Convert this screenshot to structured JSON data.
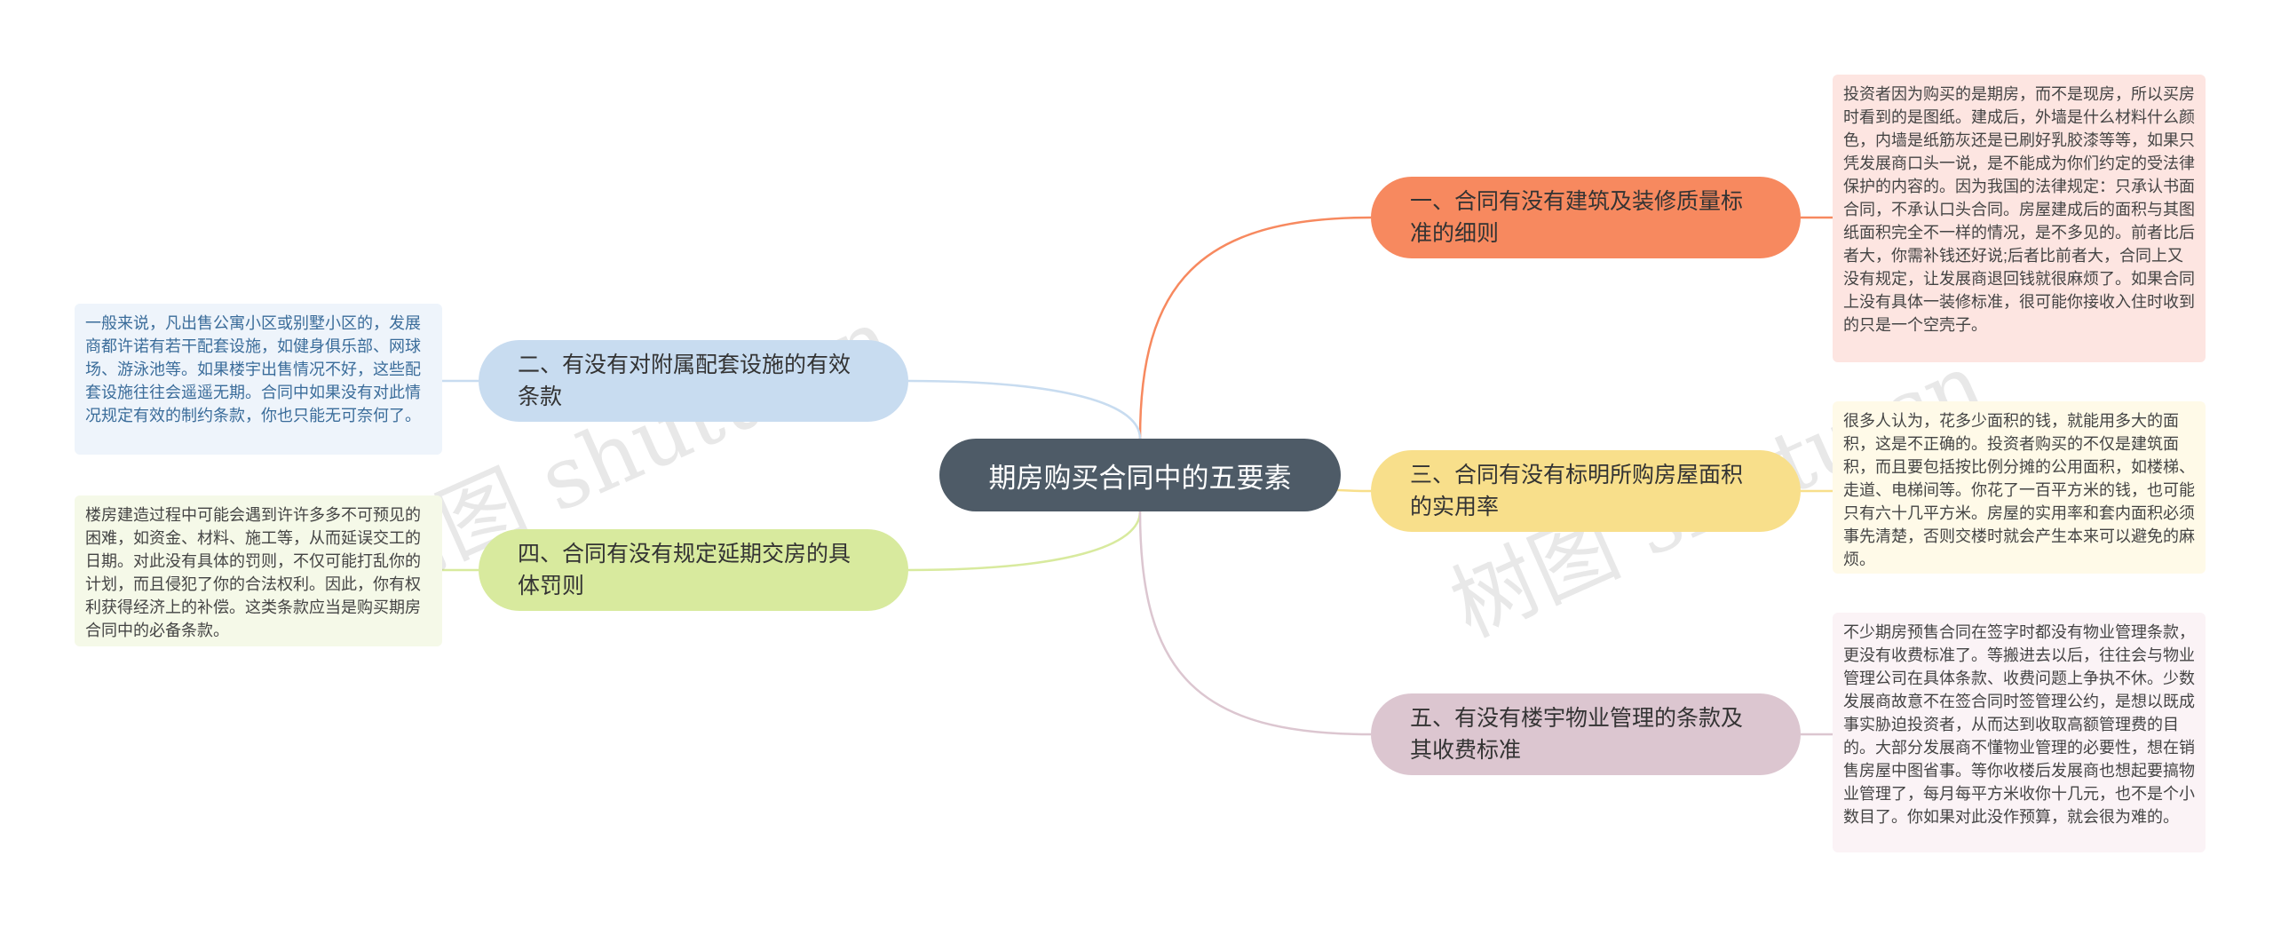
{
  "central": {
    "label": "期房购买合同中的五要素"
  },
  "branches": [
    {
      "label": "一、合同有没有建筑及装修质量标准的细则",
      "color": "#f7895f",
      "detail": "投资者因为购买的是期房，而不是现房，所以买房时看到的是图纸。建成后，外墙是什么材料什么颜色，内墙是纸筋灰还是已刷好乳胶漆等等，如果只凭发展商口头一说，是不能成为你们约定的受法律保护的内容的。因为我国的法律规定：只承认书面合同，不承认口头合同。房屋建成后的面积与其图纸面积完全不一样的情况，是不多见的。前者比后者大，你需补钱还好说;后者比前者大，合同上又没有规定，让发展商退回钱就很麻烦了。如果合同上没有具体一装修标准，很可能你接收入住时收到的只是一个空壳子。"
    },
    {
      "label": "二、有没有对附属配套设施的有效条款",
      "color": "#c8dcf0",
      "detail": "一般来说，凡出售公寓小区或别墅小区的，发展商都许诺有若干配套设施，如健身俱乐部、网球场、游泳池等。如果楼宇出售情况不好，这些配套设施往往会遥遥无期。合同中如果没有对此情况规定有效的制约条款，你也只能无可奈何了。"
    },
    {
      "label": "三、合同有没有标明所购房屋面积的实用率",
      "color": "#f8df8b",
      "detail": "很多人认为，花多少面积的钱，就能用多大的面积，这是不正确的。投资者购买的不仅是建筑面积，而且要包括按比例分摊的公用面积，如楼梯、走道、电梯间等。你花了一百平方米的钱，也可能只有六十几平方米。房屋的实用率和套内面积必须事先清楚，否则交楼时就会产生本来可以避免的麻烦。"
    },
    {
      "label": "四、合同有没有规定延期交房的具体罚则",
      "color": "#d8ea9e",
      "detail": "楼房建造过程中可能会遇到许许多多不可预见的困难，如资金、材料、施工等，从而延误交工的日期。对此没有具体的罚则，不仅可能打乱你的计划，而且侵犯了你的合法权利。因此，你有权利获得经济上的补偿。这类条款应当是购买期房合同中的必备条款。"
    },
    {
      "label": "五、有没有楼宇物业管理的条款及其收费标准",
      "color": "#dcc6d0",
      "detail": "不少期房预售合同在签字时都没有物业管理条款，更没有收费标准了。等搬进去以后，往往会与物业管理公司在具体条款、收费问题上争执不休。少数发展商故意不在签合同时签管理公约，是想以既成事实胁迫投资者，从而达到收取高额管理费的目的。大部分发展商不懂物业管理的必要性，想在销售房屋中图省事。等你收楼后发展商也想起要搞物业管理了，每月每平方米收你十几元，也不是个小数目了。你如果对此没作预算，就会很为难的。"
    }
  ],
  "watermarks": [
    "树图 shutu.cn",
    "树图 shutu.cn"
  ]
}
